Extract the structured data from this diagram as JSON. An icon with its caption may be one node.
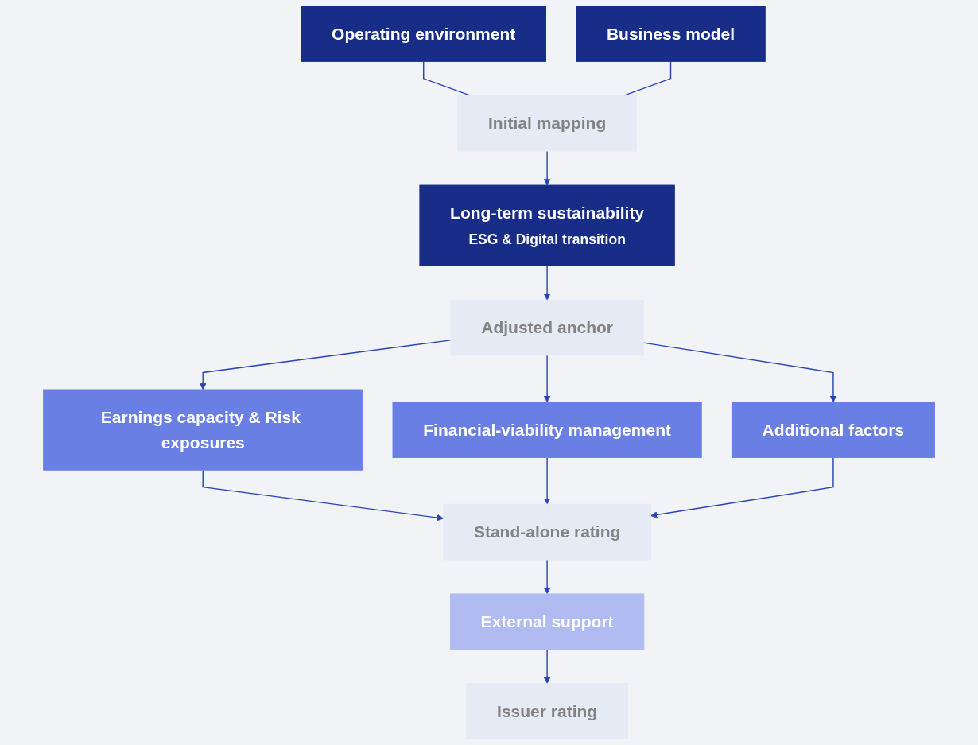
{
  "diagram": {
    "nodes": [
      {
        "text": [
          "Operating environment"
        ]
      },
      {
        "text": [
          "Business model"
        ]
      },
      {
        "text": [
          "Initial mapping"
        ]
      },
      {
        "text": [
          "Long-term sustainability",
          "ESG & Digital transition"
        ]
      },
      {
        "text": [
          "Adjusted anchor"
        ]
      },
      {
        "text": [
          "Earnings capacity & Risk exposures"
        ]
      },
      {
        "text": [
          "Financial-viability management"
        ]
      },
      {
        "text": [
          "Additional factors"
        ]
      },
      {
        "text": [
          "Stand-alone rating"
        ]
      },
      {
        "text": [
          "External support"
        ]
      },
      {
        "text": [
          "Issuer rating"
        ]
      }
    ],
    "edges": [
      {
        "from": 0,
        "to": 2,
        "arrow": "none"
      },
      {
        "from": 1,
        "to": 2,
        "arrow": "none"
      },
      {
        "from": 2,
        "to": 3,
        "arrow": "to"
      },
      {
        "from": 3,
        "to": 4,
        "arrow": "to"
      },
      {
        "from": 4,
        "to": 5,
        "arrow": "to"
      },
      {
        "from": 4,
        "to": 6,
        "arrow": "to"
      },
      {
        "from": 4,
        "to": 7,
        "arrow": "to"
      },
      {
        "from": 5,
        "to": 8,
        "arrow": "to"
      },
      {
        "from": 6,
        "to": 8,
        "arrow": "to"
      },
      {
        "from": 7,
        "to": 8,
        "arrow": "to"
      },
      {
        "from": 8,
        "to": 9,
        "arrow": "to"
      },
      {
        "from": 9,
        "to": 10,
        "arrow": "to"
      }
    ]
  }
}
